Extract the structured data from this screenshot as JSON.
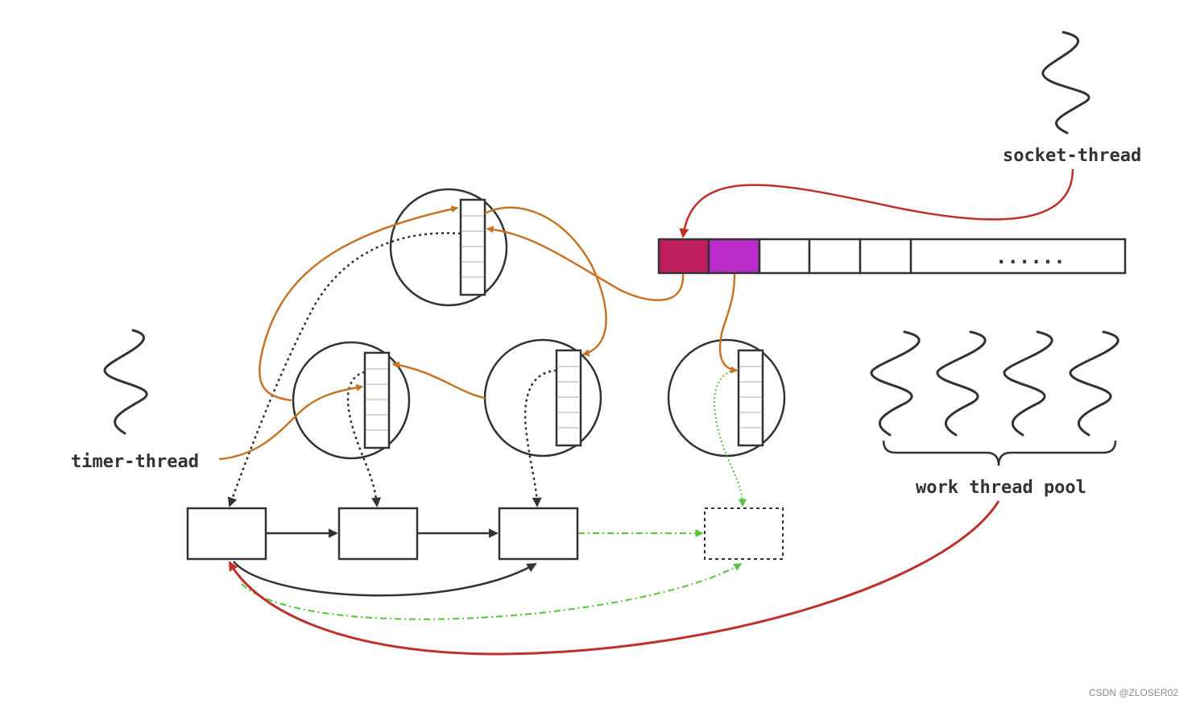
{
  "labels": {
    "socket_thread": "socket-thread",
    "timer_thread": "timer-thread",
    "work_pool": "work thread pool"
  },
  "ellipsis": "......",
  "watermark": "CSDN @ZLOSER02",
  "colors": {
    "stroke": "#333333",
    "orange": "#c87425",
    "red": "#c0302b",
    "green": "#55c43a",
    "crimson_slot": "#bf1f5e",
    "magenta_slot": "#bb2bc9"
  }
}
